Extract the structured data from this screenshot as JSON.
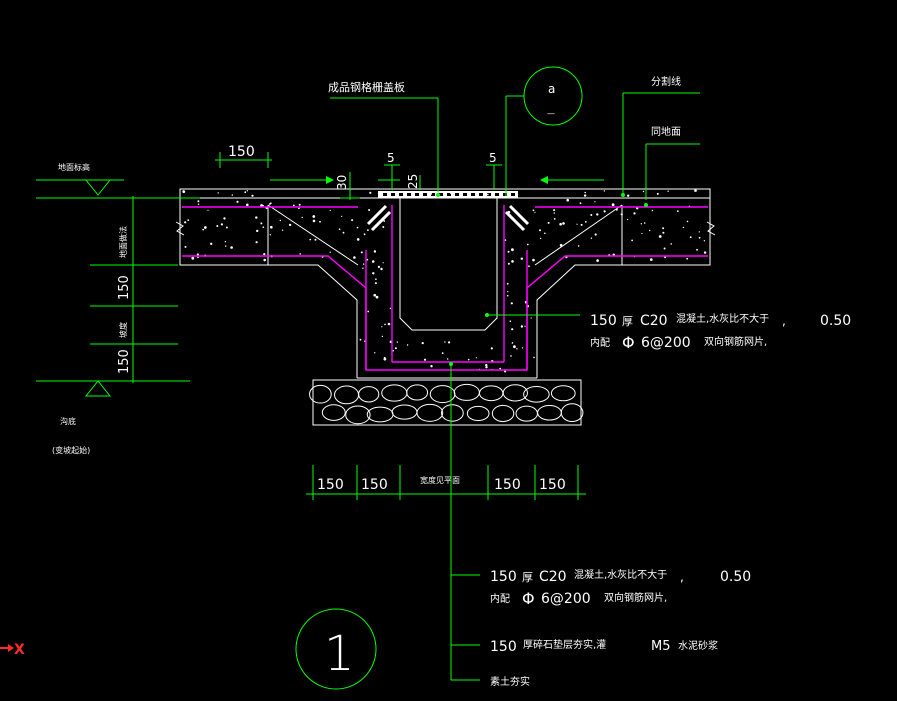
{
  "labels": {
    "grate_cover": "成品钢格栅盖板",
    "detail_mark": "a",
    "detail_mark_sub": "—",
    "divider_line": "分割线",
    "same_as_ground": "同地面",
    "design_level": "地面标高",
    "finish_thickness": "地面做法",
    "bottom_label": "沟底",
    "bottom_sub": "(变坡起始)",
    "clear_width": "宽度见平面",
    "axis_x": "X",
    "section_number": "1"
  },
  "dimensions": {
    "top_150": "150",
    "gap_5_left": "5",
    "gap_5_right": "5",
    "d30": "30",
    "d25": "25",
    "v150_a": "150",
    "v150_b": "150",
    "slope_label": "坡度",
    "b150_1": "150",
    "b150_2": "150",
    "b150_3": "150",
    "b150_4": "150"
  },
  "note_wall": {
    "n150": "150",
    "thick": "厚",
    "grade": "C20",
    "text1": "混凝土,水灰比不大于",
    "comma": ",",
    "ratio": "0.50",
    "inner": "内配",
    "phi": "Φ",
    "rebar": "6@200",
    "text2": "双向钢筋网片,"
  },
  "note_base": {
    "n150": "150",
    "thick": "厚",
    "grade": "C20",
    "text1": "混凝土,水灰比不大于",
    "comma": ",",
    "ratio": "0.50",
    "inner": "内配",
    "phi": "Φ",
    "rebar": "6@200",
    "text2": "双向钢筋网片,"
  },
  "note_stone": {
    "n150": "150",
    "text": "厚碎石垫层夯实,灌",
    "mortar_grade": "M5",
    "mortar": "水泥砂浆"
  },
  "note_soil": {
    "text": "素土夯实"
  },
  "colors": {
    "background": "#000000",
    "leader": "#00ff00",
    "outline": "#ffffff",
    "rebar": "#ff00ff",
    "axis": "#ff2a2a"
  }
}
